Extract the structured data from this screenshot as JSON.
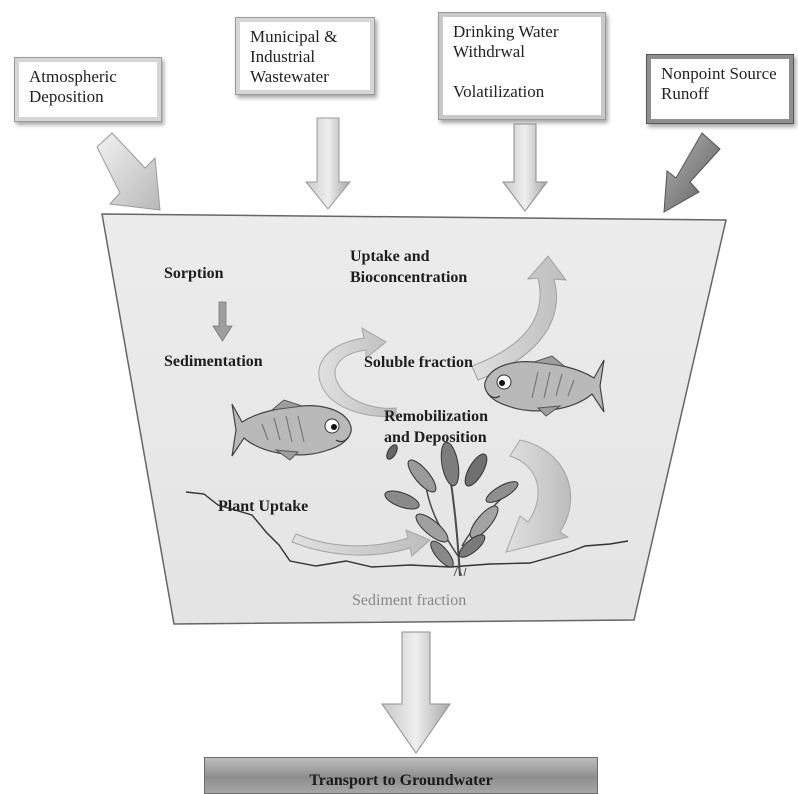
{
  "sources": {
    "atmospheric": "Atmospheric\nDeposition",
    "municipal": "Municipal &\nIndustrial\nWastewater",
    "drinking_water": "Drinking Water\nWithdrwal",
    "volatilization": "Volatilization",
    "nonpoint": "Nonpoint Source\nRunoff"
  },
  "processes": {
    "sorption": "Sorption",
    "sedimentation": "Sedimentation",
    "uptake": "Uptake and\nBioconcentration",
    "soluble_fraction": "Soluble fraction",
    "remobilization": "Remobilization\nand Deposition",
    "plant_uptake": "Plant Uptake",
    "sediment_fraction": "Sediment fraction"
  },
  "bottom": {
    "transport": "Transport to Groundwater"
  }
}
